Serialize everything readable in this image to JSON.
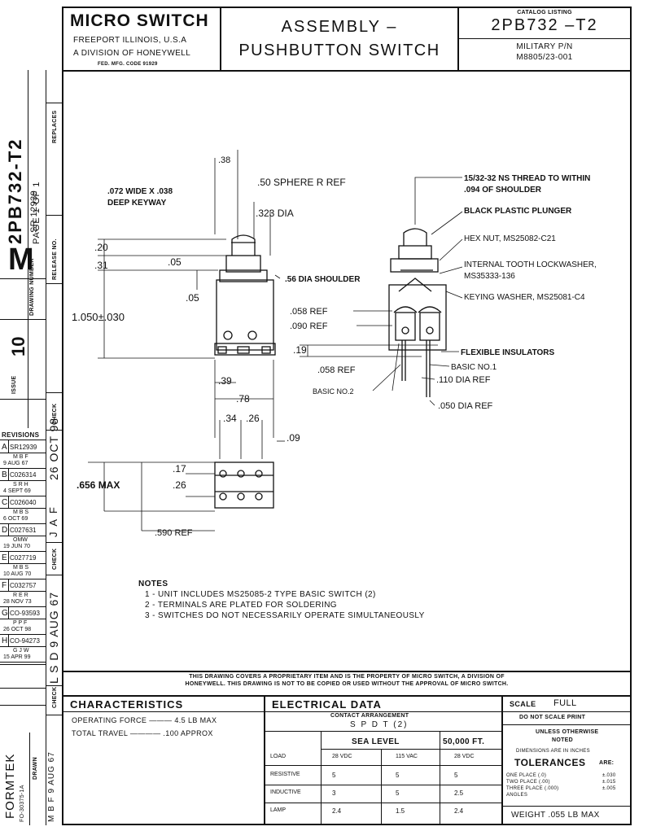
{
  "header": {
    "company": "MICRO SWITCH",
    "location": "FREEPORT ILLINOIS, U.S.A",
    "division": "A DIVISION OF HONEYWELL",
    "fed_code": "FED. MFG. CODE 91929",
    "title_line1": "ASSEMBLY –",
    "title_line2": "PUSHBUTTON SWITCH",
    "catalog_label": "CATALOG LISTING",
    "catalog_number": "2PB732 –T2",
    "military_label": "MILITARY P/N",
    "military_number": "M8805/23-001"
  },
  "sidebar": {
    "part_number": "2PB732-T2",
    "page": "PAGE 1 OF 1",
    "replaces_label": "REPLACES",
    "release_label": "RELEASE NO.",
    "release_value": "SR 12939",
    "drawing_letter": "M",
    "drawing_number_label": "DRAWING NUMBER",
    "issue_label": "ISSUE",
    "issue_value": "10",
    "check_label": "CHECK",
    "drawn_label": "DRAWN",
    "dates": [
      "26 OCT 98",
      "J A F",
      "L S D  9 AUG 67"
    ],
    "formtek": "FORMTEK",
    "form_no": "FO-30375-1A",
    "drawn_date": "M B F  9 AUG 67"
  },
  "revisions": {
    "label": "REVISIONS",
    "rows": [
      {
        "letter": "A",
        "number": "SR12939",
        "by": "M B F",
        "date": "9 AUG 67"
      },
      {
        "letter": "B",
        "number": "C026314",
        "by": "S R H",
        "date": "4 SEPT 69"
      },
      {
        "letter": "C",
        "number": "C026040",
        "by": "M B S",
        "date": "6 OCT 69"
      },
      {
        "letter": "D",
        "number": "C027631",
        "by": "OMW",
        "date": "19 JUN 70"
      },
      {
        "letter": "E",
        "number": "C027719",
        "by": "M B S",
        "date": "10 AUG 70"
      },
      {
        "letter": "F",
        "number": "C032757",
        "by": "R E R",
        "date": "28 NOV 73"
      },
      {
        "letter": "G",
        "number": "CO-93593",
        "by": "P P F",
        "date": "26 OCT 98"
      },
      {
        "letter": "H",
        "number": "CO-94273",
        "by": "G J W",
        "date": "15 APR 99"
      }
    ]
  },
  "drawing": {
    "dims_left": {
      "d38": ".38",
      "keyway": ".072 WIDE X .038",
      "keyway2": "DEEP KEYWAY",
      "sphere": ".50 SPHERE R REF",
      "dia323": ".323 DIA",
      "d20": ".20",
      "d31": ".31",
      "d05a": ".05",
      "d05b": ".05",
      "shoulder": ".56 DIA SHOULDER",
      "height": "1.050±.030",
      "d39": ".39",
      "d78": ".78",
      "d34": ".34",
      "d26a": ".26",
      "d09": ".09",
      "d17": ".17",
      "d26b": ".26",
      "d656": ".656 MAX",
      "d590": ".590 REF"
    },
    "dims_right": {
      "thread": "15/32-32 NS THREAD TO WITHIN",
      "thread2": ".094 OF SHOULDER",
      "plunger": "BLACK PLASTIC PLUNGER",
      "hexnut": "HEX NUT, MS25082-C21",
      "lockwasher": "INTERNAL TOOTH LOCKWASHER,",
      "lockwasher2": "MS35333-136",
      "keying": "KEYING WASHER, MS25081-C4",
      "d058ref": ".058 REF",
      "d090ref": ".090 REF",
      "d19": ".19",
      "insulators": "FLEXIBLE INSULATORS",
      "basic1": "BASIC NO.1",
      "d058b": ".058 REF",
      "d110": ".110 DIA REF",
      "basic2": "BASIC NO.2",
      "d050": ".050 DIA REF"
    }
  },
  "notes": {
    "title": "NOTES",
    "items": [
      "1 - UNIT INCLUDES MS25085-2 TYPE BASIC SWITCH (2)",
      "2 - TERMINALS ARE PLATED FOR SOLDERING",
      "3 - SWITCHES DO NOT NECESSARILY OPERATE SIMULTANEOUSLY"
    ]
  },
  "proprietary": {
    "line1": "THIS DRAWING COVERS A PROPRIETARY ITEM AND IS THE PROPERTY OF MICRO SWITCH, A DIVISION OF",
    "line2": "HONEYWELL. THIS DRAWING IS NOT TO BE COPIED OR USED WITHOUT THE APPROVAL OF MICRO SWITCH."
  },
  "characteristics": {
    "title": "CHARACTERISTICS",
    "op_force": "OPERATING FORCE ——— 4.5 LB MAX",
    "travel": "TOTAL TRAVEL ———— .100 APPROX"
  },
  "electrical": {
    "title": "ELECTRICAL DATA",
    "contact_label": "CONTACT ARRANGEMENT",
    "contact_value": "S P D T (2)",
    "sea_level": "SEA LEVEL",
    "altitude": "50,000 FT.",
    "headers": [
      "LOAD",
      "28 VDC",
      "115 VAC",
      "28 VDC"
    ],
    "rows": [
      [
        "RESISTIVE",
        "5",
        "5",
        "5"
      ],
      [
        "INDUCTIVE",
        "3",
        "5",
        "2.5"
      ],
      [
        "LAMP",
        "2.4",
        "1.5",
        "2.4"
      ]
    ]
  },
  "titleblock": {
    "scale_label": "SCALE",
    "scale_value": "FULL",
    "no_scale": "DO NOT SCALE PRINT",
    "unless": "UNLESS OTHERWISE",
    "noted": "NOTED",
    "dims_in": "DIMENSIONS ARE IN INCHES",
    "tolerances": "TOLERANCES",
    "are": "ARE:",
    "one_place": "ONE PLACE   (.0)",
    "two_place": "TWO PLACE   (.00)",
    "three_place": "THREE PLACE  (.000)",
    "angles": "ANGLES",
    "tol1": "±.030",
    "tol2": "±.015",
    "tol3": "±.005",
    "weight": "WEIGHT .055 LB  MAX"
  }
}
